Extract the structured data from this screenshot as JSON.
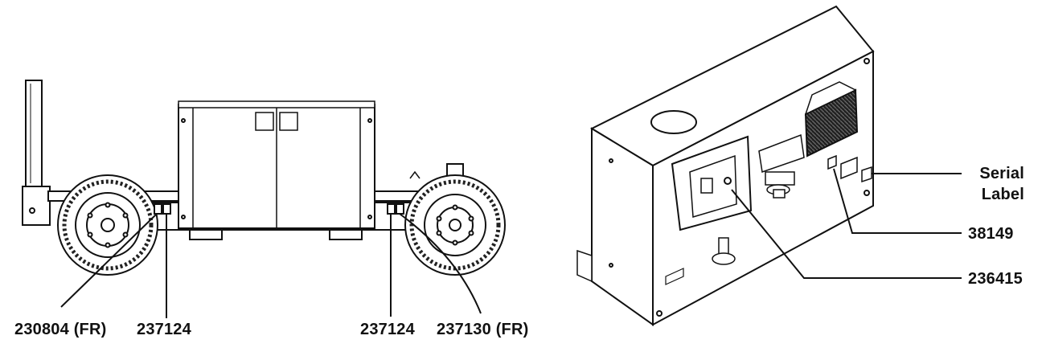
{
  "left_diagram": {
    "callouts": [
      {
        "id": "c1",
        "text": "230804 (FR)"
      },
      {
        "id": "c2",
        "text": "237124"
      },
      {
        "id": "c3",
        "text": "237124"
      },
      {
        "id": "c4",
        "text": "237130 (FR)"
      }
    ]
  },
  "right_diagram": {
    "callouts": [
      {
        "id": "serial",
        "line1": "Serial",
        "line2": "Label"
      },
      {
        "id": "c5",
        "text": "38149"
      },
      {
        "id": "c6",
        "text": "236415"
      }
    ]
  }
}
